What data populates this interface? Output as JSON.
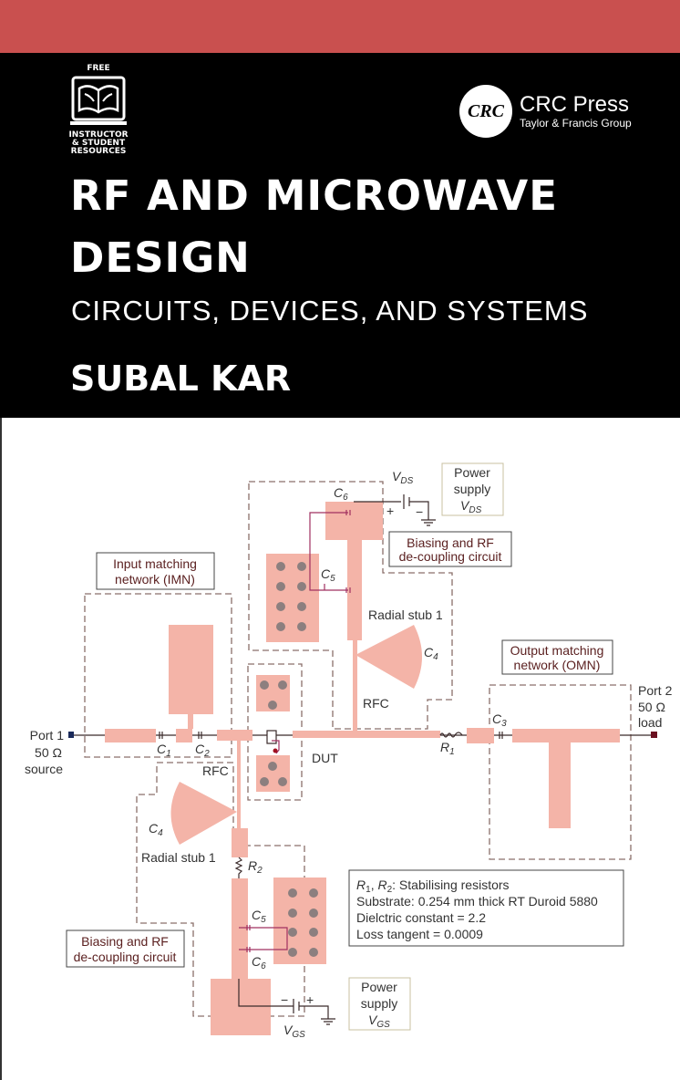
{
  "cover": {
    "band_color": "#c9504f",
    "background": "#000000"
  },
  "badge": {
    "lines": [
      "FREE",
      "INSTRUCTOR",
      "& STUDENT",
      "RESOURCES"
    ],
    "icon": "open-book-icon"
  },
  "publisher": {
    "logo_text": "CRC",
    "name": "CRC Press",
    "group": "Taylor & Francis Group"
  },
  "book": {
    "title_line1": "RF AND MICROWAVE",
    "title_line2": "DESIGN",
    "subtitle": "CIRCUITS, DEVICES, AND SYSTEMS",
    "author": "SUBAL KAR"
  },
  "diagram": {
    "pad_color": "#f4b4a8",
    "port1": {
      "name": "Port 1",
      "impedance": "50 Ω",
      "role": "source"
    },
    "port2": {
      "name": "Port 2",
      "impedance": "50 Ω",
      "role": "load"
    },
    "imn_label": [
      "Input matching",
      "network (IMN)"
    ],
    "omn_label": [
      "Output matching",
      "network (OMN)"
    ],
    "bias_label": [
      "Biasing and RF",
      "de-coupling circuit"
    ],
    "power_vds": [
      "Power",
      "supply"
    ],
    "power_vgs": [
      "Power",
      "supply"
    ],
    "dut": "DUT",
    "rfc": "RFC",
    "radial_stub": "Radial stub 1",
    "plus": "+",
    "minus": "−",
    "c": "C",
    "r": "R",
    "v": "V",
    "sub1": "1",
    "sub2": "2",
    "sub3": "3",
    "sub4": "4",
    "sub5": "5",
    "sub6": "6",
    "ds": "DS",
    "gs": "GS",
    "notes": {
      "line1_rest": ": Stabilising resistors",
      "comma": ", ",
      "line2": "Substrate: 0.254 mm thick RT Duroid 5880",
      "line3": "Dielctric constant = 2.2",
      "line4": "Loss tangent = 0.0009"
    }
  }
}
